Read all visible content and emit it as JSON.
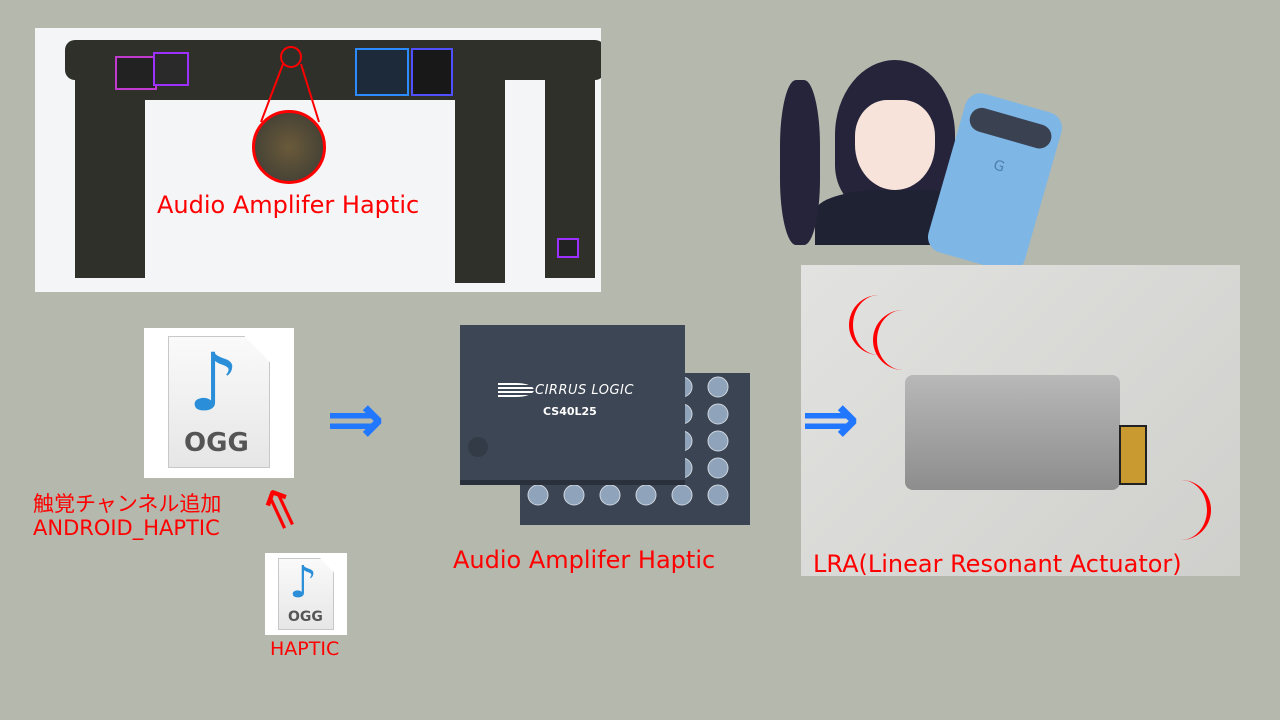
{
  "pcb_section": {
    "label": "Audio Amplifer Haptic"
  },
  "file_icon": {
    "format_label": "OGG"
  },
  "channel_label": {
    "line1": "触覚チャンネル追加",
    "line2": "ANDROID_HAPTIC"
  },
  "haptic_file": {
    "format_label": "OGG",
    "caption": "HAPTIC"
  },
  "amplifier": {
    "brand": "CIRRUS LOGIC",
    "part_number": "CS40L25",
    "caption": "Audio Amplifer Haptic"
  },
  "actuator": {
    "caption": "LRA(Linear Resonant Actuator)"
  },
  "phone": {
    "logo": "G"
  },
  "colors": {
    "background": "#b5b8ad",
    "label": "#ff0000",
    "arrow": "#2277ff"
  }
}
